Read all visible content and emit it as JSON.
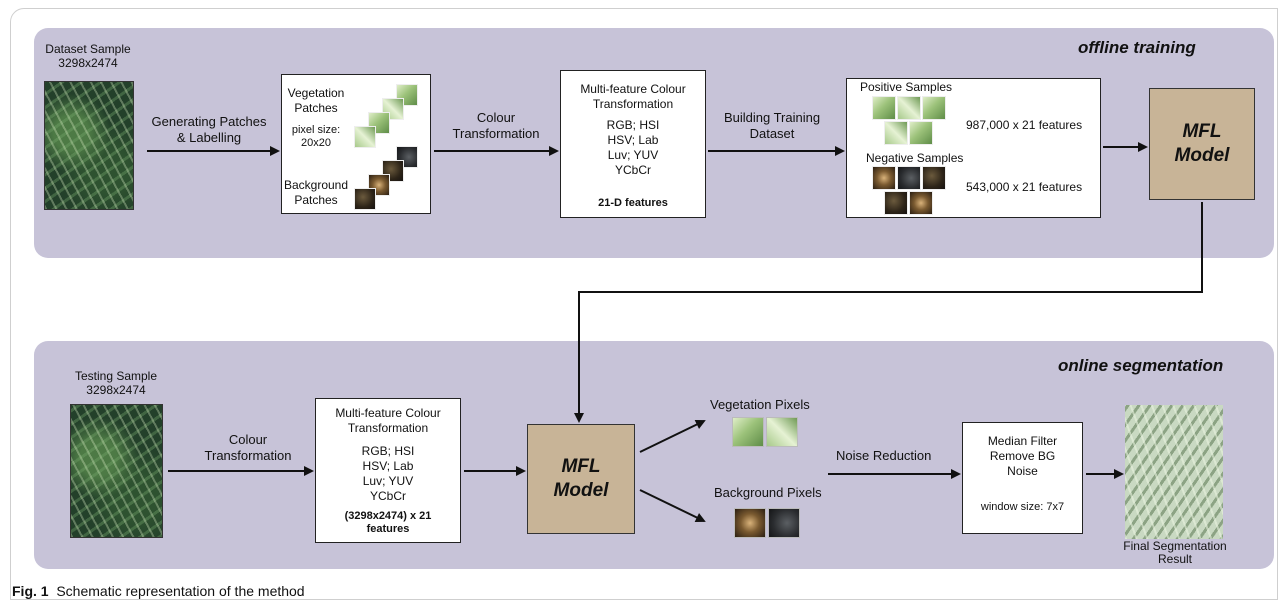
{
  "offline": {
    "title": "offline training",
    "dataset_label": "Dataset Sample\n3298x2474",
    "arrow1_label": "Generating Patches\n& Labelling",
    "patches": {
      "vegetation_label": "Vegetation\nPatches",
      "pixel_size": "pixel size:\n20x20",
      "background_label": "Background\nPatches"
    },
    "arrow2_label": "Colour\nTransformation",
    "transform": {
      "title": "Multi-feature Colour\nTransformation",
      "spaces": "RGB; HSI\nHSV; Lab\nLuv; YUV\nYCbCr",
      "features": "21-D features"
    },
    "arrow3_label": "Building Training\nDataset",
    "samples": {
      "positive_label": "Positive Samples",
      "positive_count": "987,000 x 21 features",
      "negative_label": "Negative Samples",
      "negative_count": "543,000 x 21 features"
    },
    "model_label": "MFL\nModel"
  },
  "online": {
    "title": "online segmentation",
    "testing_label": "Testing Sample\n3298x2474",
    "arrow1_label": "Colour\nTransformation",
    "transform": {
      "title": "Multi-feature Colour\nTransformation",
      "spaces": "RGB; HSI\nHSV; Lab\nLuv; YUV\nYCbCr",
      "features": "(3298x2474) x 21\nfeatures"
    },
    "model_label": "MFL\nModel",
    "vegetation_pixels": "Vegetation Pixels",
    "background_pixels": "Background Pixels",
    "noise_label": "Noise Reduction",
    "filter": {
      "title": "Median Filter\nRemove BG\nNoise",
      "window": "window size: 7x7"
    },
    "result_label": "Final Segmentation\nResult"
  },
  "caption": {
    "fig": "Fig. 1",
    "text": "Schematic representation of the method"
  }
}
